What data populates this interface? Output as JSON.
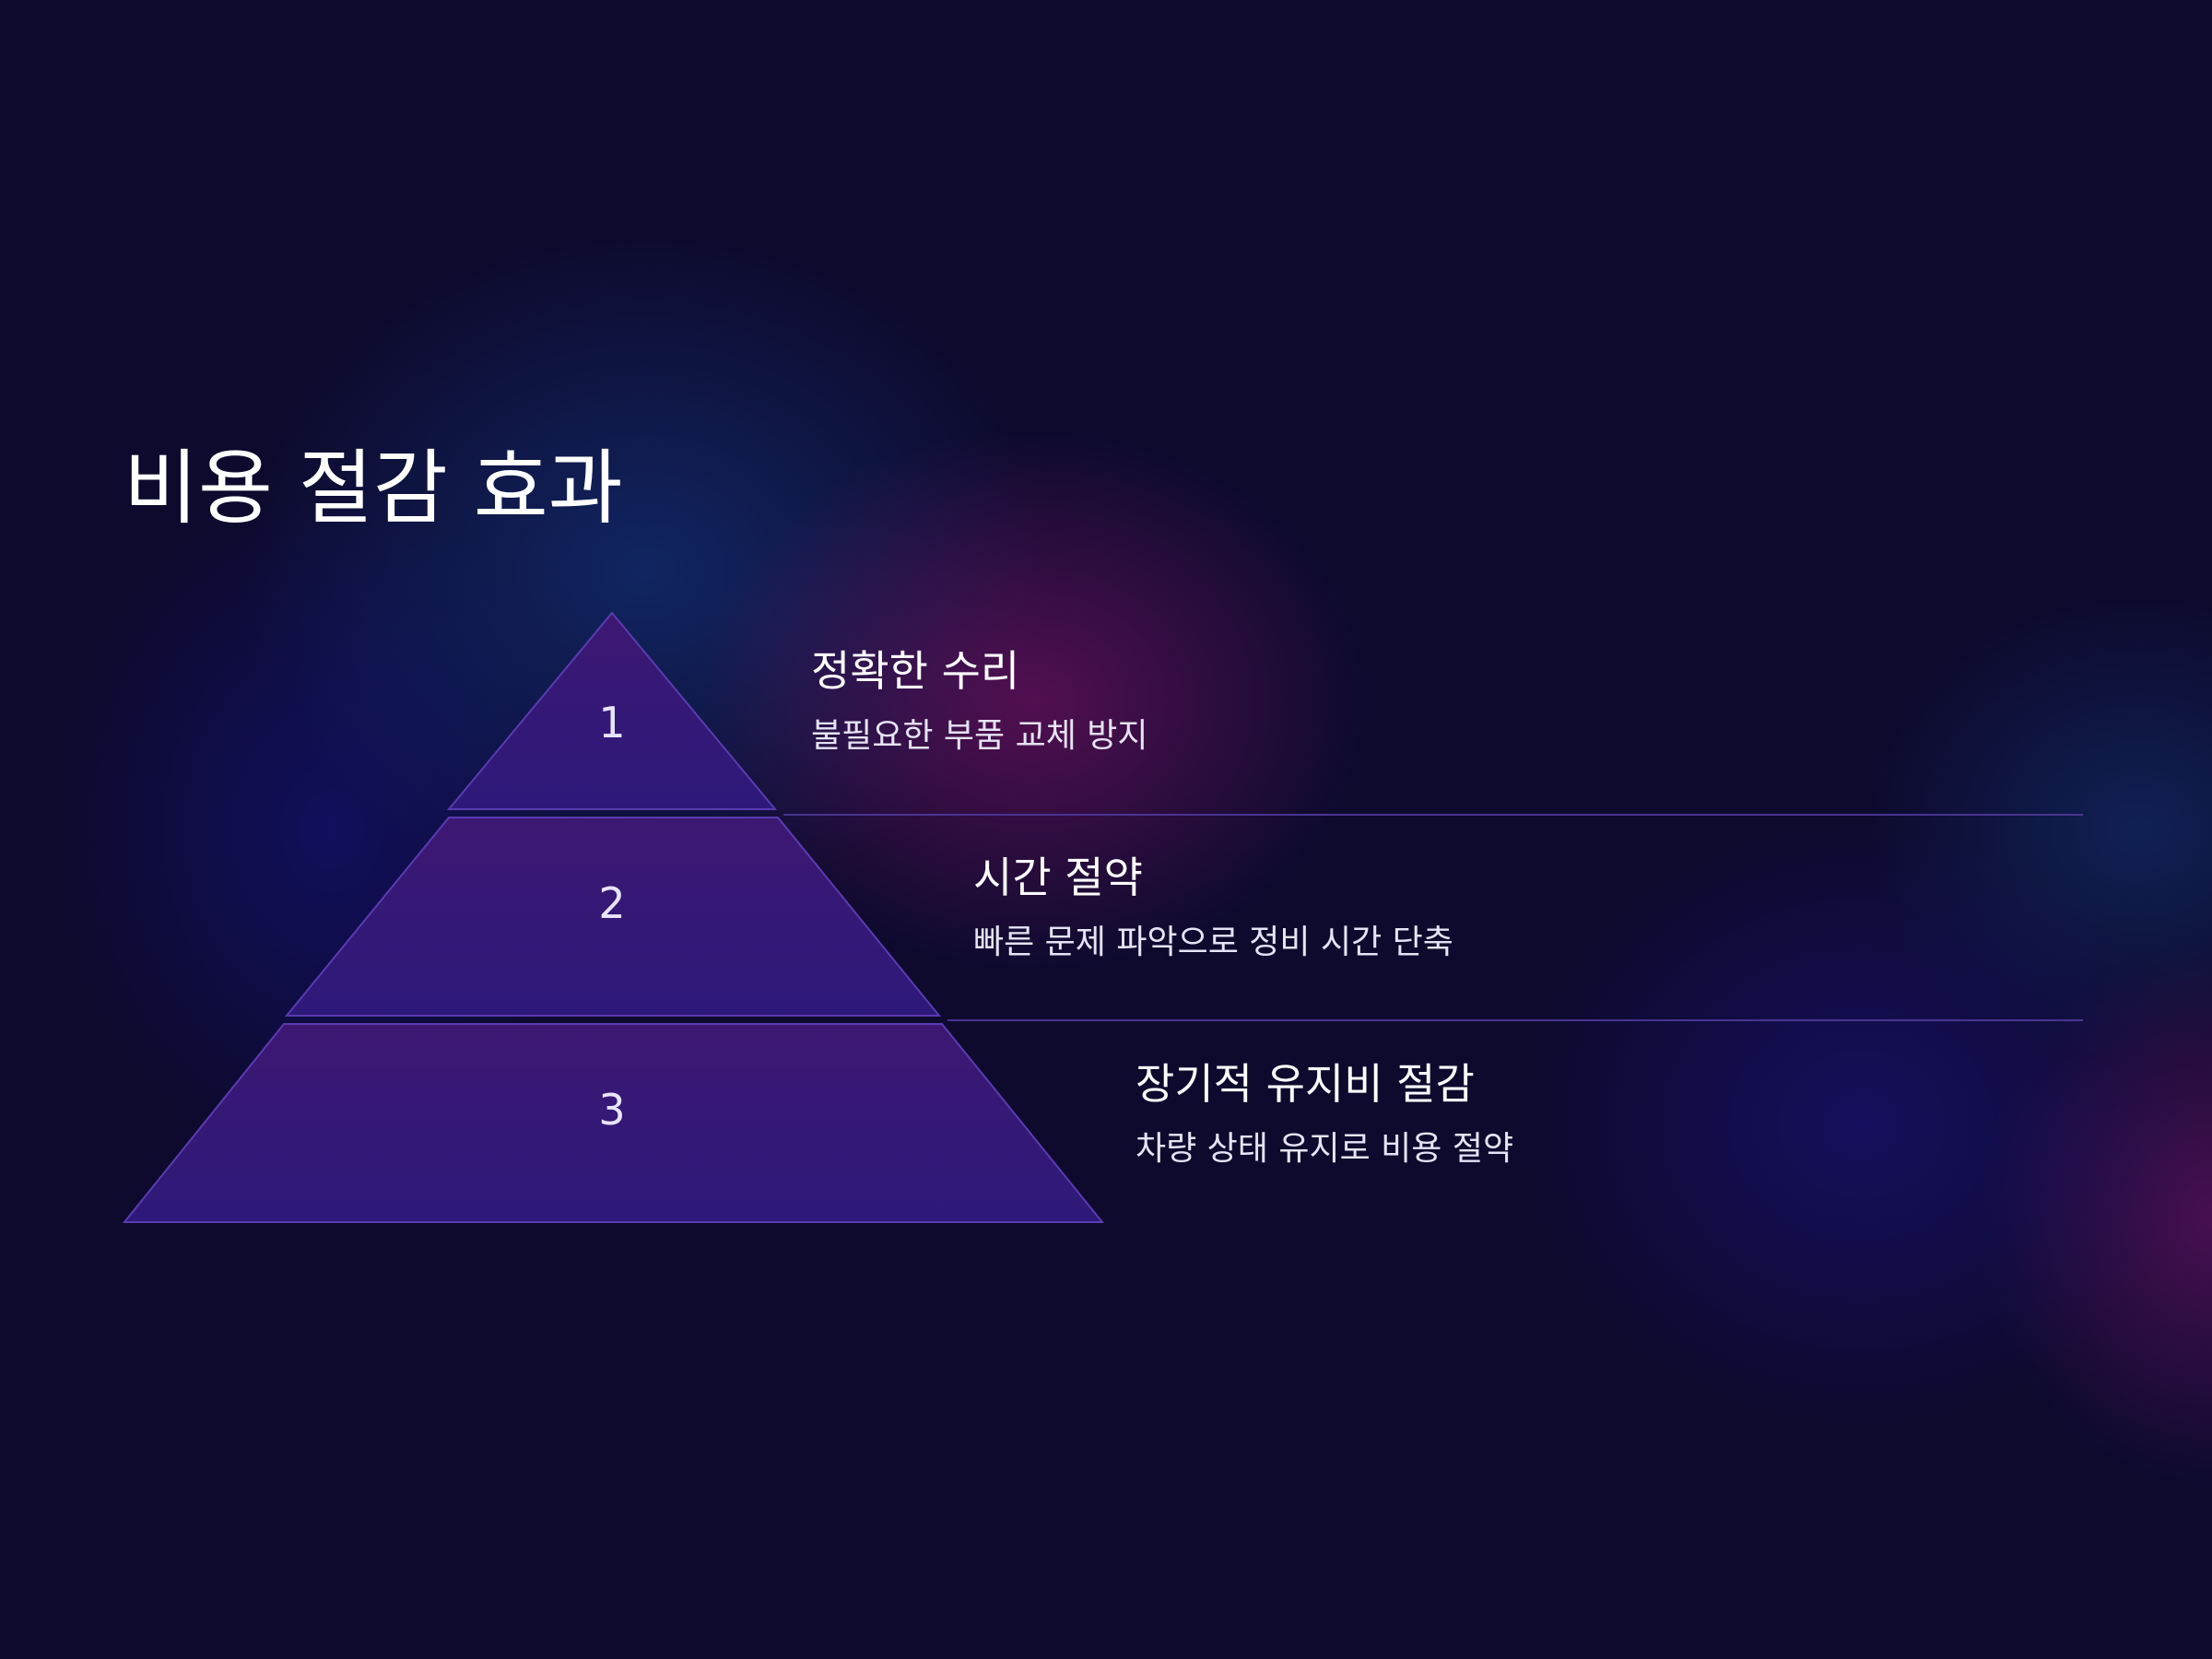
{
  "title": "비용 절감 효과",
  "levels": [
    {
      "number": "1",
      "heading": "정확한 수리",
      "description": "불필요한 부품 교체 방지"
    },
    {
      "number": "2",
      "heading": "시간 절약",
      "description": "빠른 문제 파악으로 정비 시간 단축"
    },
    {
      "number": "3",
      "heading": "장기적 유지비 절감",
      "description": "차량 상태 유지로 비용 절약"
    }
  ],
  "colors": {
    "background": "#0d0a2e",
    "tier_fill_top": "#3d1873",
    "tier_fill_bottom": "#2d197a",
    "tier_stroke": "#5a3bb0",
    "divider": "#4a3490",
    "text": "#ffffff"
  }
}
